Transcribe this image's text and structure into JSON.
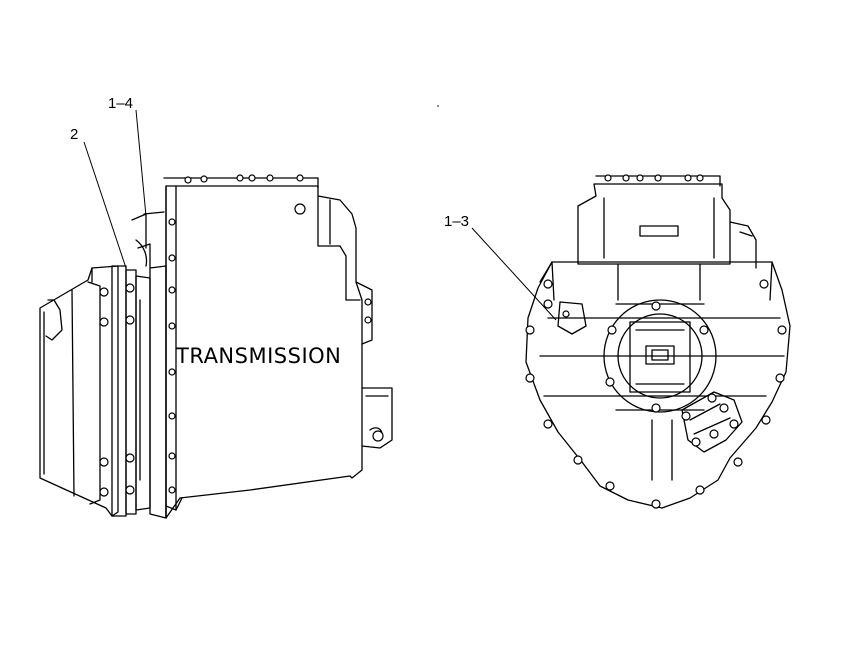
{
  "callouts": {
    "part_2": "2",
    "part_1_4": "1–4",
    "part_1_3": "1–3"
  },
  "label": "TRANSMISSION"
}
